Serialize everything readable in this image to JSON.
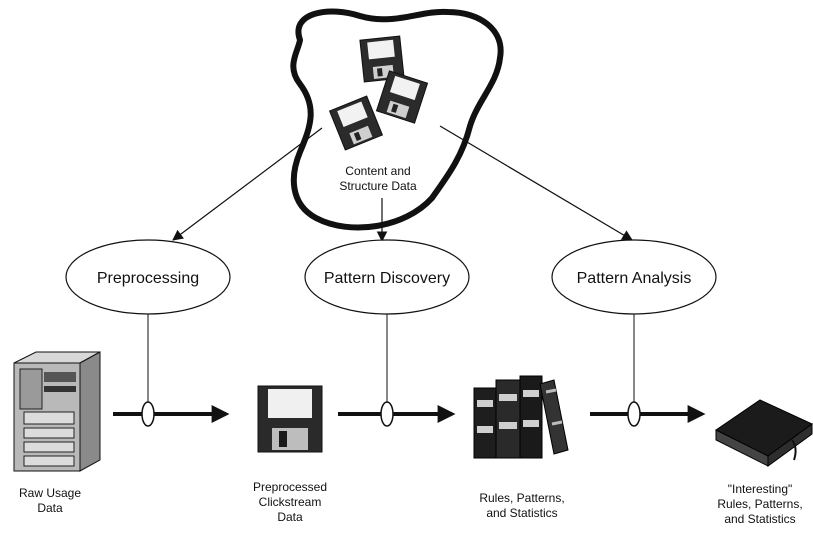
{
  "cloud": {
    "label_line1": "Content and",
    "label_line2": "Structure Data",
    "icon": "floppy-disks-icon"
  },
  "processes": [
    {
      "label": "Preprocessing"
    },
    {
      "label": "Pattern Discovery"
    },
    {
      "label": "Pattern Analysis"
    }
  ],
  "artifacts": [
    {
      "icon": "server-tower-icon",
      "lines": [
        "Raw Usage",
        "Data"
      ]
    },
    {
      "icon": "floppy-disk-icon",
      "lines": [
        "Preprocessed",
        "Clickstream",
        "Data"
      ]
    },
    {
      "icon": "books-icon",
      "lines": [
        "Rules, Patterns,",
        "and Statistics"
      ]
    },
    {
      "icon": "closed-book-icon",
      "lines": [
        "\"Interesting\"",
        "Rules, Patterns,",
        "and Statistics"
      ]
    }
  ]
}
